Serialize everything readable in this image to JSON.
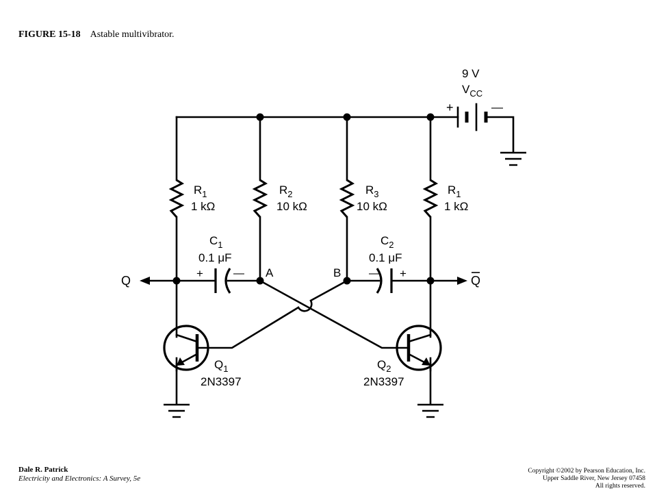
{
  "figure": {
    "number": "FIGURE 15-18",
    "caption": "Astable multivibrator."
  },
  "supply": {
    "voltage": "9 V",
    "name": "V",
    "name_sub": "CC",
    "plus": "+",
    "minus": "—"
  },
  "resistors": [
    {
      "name": "R",
      "sub": "1",
      "value": "1 kΩ"
    },
    {
      "name": "R",
      "sub": "2",
      "value": "10 kΩ"
    },
    {
      "name": "R",
      "sub": "3",
      "value": "10 kΩ"
    },
    {
      "name": "R",
      "sub": "1",
      "value": "1 kΩ"
    }
  ],
  "capacitors": [
    {
      "name": "C",
      "sub": "1",
      "value": "0.1 μF",
      "plus": "+",
      "minus": "—"
    },
    {
      "name": "C",
      "sub": "2",
      "value": "0.1 μF",
      "plus": "+",
      "minus": "—"
    }
  ],
  "transistors": [
    {
      "name": "Q",
      "sub": "1",
      "part": "2N3397"
    },
    {
      "name": "Q",
      "sub": "2",
      "part": "2N3397"
    }
  ],
  "nodes": {
    "a": "A",
    "b": "B"
  },
  "outputs": {
    "q": "Q",
    "q_bar": "Q"
  },
  "footer": {
    "author": "Dale R. Patrick",
    "book": "Electricity and Electronics:  A Survey, 5e",
    "copyright": "Copyright ©2002 by Pearson Education, Inc.",
    "publisher": "Upper Saddle River, New Jersey 07458",
    "rights": "All rights reserved."
  }
}
